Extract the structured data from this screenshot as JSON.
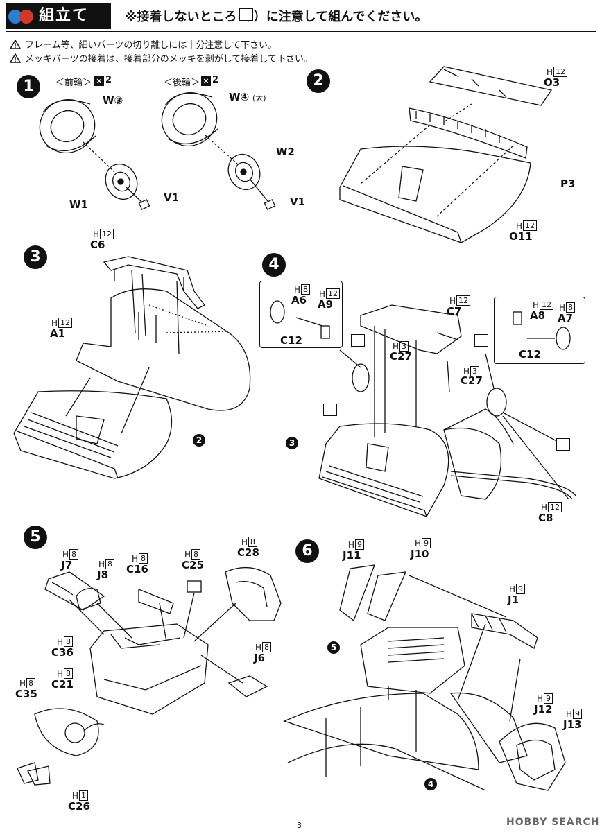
{
  "header": {
    "title": "組立て",
    "note": "※接着しないところ（ ）に注意して組んでください。"
  },
  "warnings": [
    "フレーム等、細いパーツの切り離しには十分注意して下さい。",
    "メッキパーツの接着は、接着部分のメッキを剥がして接着して下さい。"
  ],
  "steps": {
    "s1": "1",
    "s2": "2",
    "s3": "3",
    "s4": "4",
    "s5": "5",
    "s6": "6",
    "ref2": "2",
    "ref3": "3",
    "ref5": "5",
    "ref4": "4"
  },
  "step1": {
    "front_label": "＜前輪＞",
    "rear_label": "＜後輪＞",
    "qty": "2",
    "qty_symbol": "×",
    "w3": "W③",
    "w4": "W④",
    "w4_note": "(太)",
    "w1": "W1",
    "w2": "W2",
    "v1a": "V1",
    "v1b": "V1"
  },
  "step2": {
    "o3_h": "H",
    "o3_n": "12",
    "o3": "O3",
    "p3": "P3",
    "o11_h": "H",
    "o11_n": "12",
    "o11": "O11"
  },
  "step3": {
    "c6_h": "H",
    "c6_n": "12",
    "c6": "C6",
    "a1_h": "H",
    "a1_n": "12",
    "a1": "A1"
  },
  "step4": {
    "a6_h": "H",
    "a6_n": "8",
    "a6": "A6",
    "a9_h": "H",
    "a9_n": "12",
    "a9": "A9",
    "c12a": "C12",
    "c7_h": "H",
    "c7_n": "12",
    "c7": "C7",
    "c27a_h": "H",
    "c27a_n": "3",
    "c27a": "C27",
    "c27b_h": "H",
    "c27b_n": "3",
    "c27b": "C27",
    "a8_h": "H",
    "a8_n": "12",
    "a8": "A8",
    "a7_h": "H",
    "a7_n": "8",
    "a7": "A7",
    "c12b": "C12",
    "c8_h": "H",
    "c8_n": "12",
    "c8": "C8"
  },
  "step5": {
    "j7_h": "H",
    "j7_n": "8",
    "j7": "J7",
    "j8_h": "H",
    "j8_n": "8",
    "j8": "J8",
    "c16_h": "H",
    "c16_n": "8",
    "c16": "C16",
    "c25_h": "H",
    "c25_n": "8",
    "c25": "C25",
    "c28_h": "H",
    "c28_n": "8",
    "c28": "C28",
    "c36_h": "H",
    "c36_n": "8",
    "c36": "C36",
    "c21_h": "H",
    "c21_n": "8",
    "c21": "C21",
    "j6_h": "H",
    "j6_n": "8",
    "j6": "J6",
    "c35_h": "H",
    "c35_n": "8",
    "c35": "C35",
    "c26_h": "H",
    "c26_n": "1",
    "c26": "C26"
  },
  "step6": {
    "j11_h": "H",
    "j11_n": "9",
    "j11": "J11",
    "j10_h": "H",
    "j10_n": "9",
    "j10": "J10",
    "j1_h": "H",
    "j1_n": "9",
    "j1": "J1",
    "j12_h": "H",
    "j12_n": "9",
    "j12": "J12",
    "j13_h": "H",
    "j13_n": "9",
    "j13": "J13"
  },
  "footer": {
    "page": "3",
    "watermark": "HOBBY SEARCH"
  }
}
